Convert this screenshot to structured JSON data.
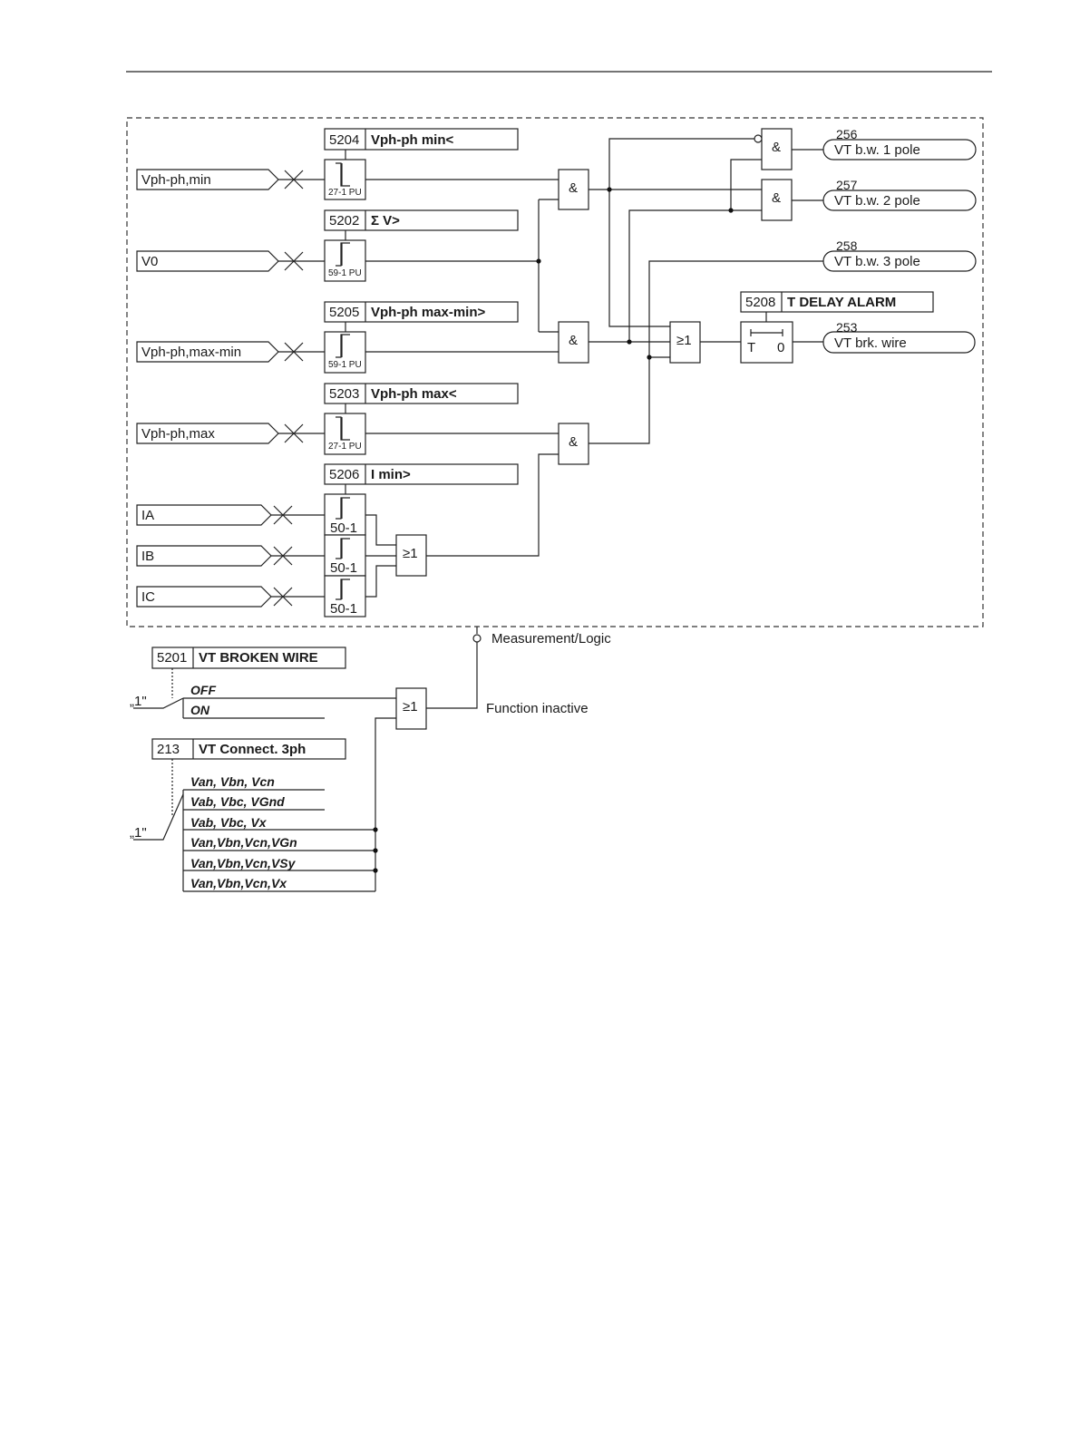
{
  "inputs": {
    "vphph_min": "Vph-ph,min",
    "v0": "V0",
    "vphph_maxmin": "Vph-ph,max-min",
    "vphph_max": "Vph-ph,max",
    "ia": "IA",
    "ib": "IB",
    "ic": "IC"
  },
  "params": {
    "p5204": {
      "id": "5204",
      "title": "Vph-ph min<"
    },
    "p5202": {
      "id": "5202",
      "title": "Σ V>"
    },
    "p5205": {
      "id": "5205",
      "title": "Vph-ph max-min>"
    },
    "p5203": {
      "id": "5203",
      "title": "Vph-ph max<"
    },
    "p5206": {
      "id": "5206",
      "title": "I min>"
    },
    "p5208": {
      "id": "5208",
      "title": "T DELAY ALARM"
    },
    "p5201": {
      "id": "5201",
      "title": "VT BROKEN WIRE"
    },
    "p213": {
      "id": "213",
      "title": "VT Connect. 3ph"
    }
  },
  "elements": {
    "e27_1": "27-1 PU",
    "e59_1a": "59-1 PU",
    "e59_1b": "59-1 PU",
    "e27_1b": "27-1 PU",
    "e50_a": "50-1",
    "e50_b": "50-1",
    "e50_c": "50-1"
  },
  "gates": {
    "and_symbol": "&",
    "or_symbol": "≥1",
    "timer_t": "T",
    "timer_0": "0"
  },
  "outputs": {
    "o256": {
      "num": "256",
      "label": "VT b.w. 1 pole"
    },
    "o257": {
      "num": "257",
      "label": "VT b.w. 2 pole"
    },
    "o258": {
      "num": "258",
      "label": "VT b.w. 3 pole"
    },
    "o253": {
      "num": "253",
      "label": "VT brk. wire"
    }
  },
  "settings_5201": {
    "logic_one": "„1\"",
    "options": [
      "OFF",
      "ON"
    ]
  },
  "settings_213": {
    "logic_one": "„1\"",
    "options": [
      "Van, Vbn, Vcn",
      "Vab, Vbc, VGnd",
      "Vab, Vbc, Vx",
      "Van,Vbn,Vcn,VGn",
      "Van,Vbn,Vcn,VSy",
      "Van,Vbn,Vcn,Vx"
    ]
  },
  "notes": {
    "measurement_logic": "Measurement/Logic",
    "function_inactive": "Function inactive"
  }
}
